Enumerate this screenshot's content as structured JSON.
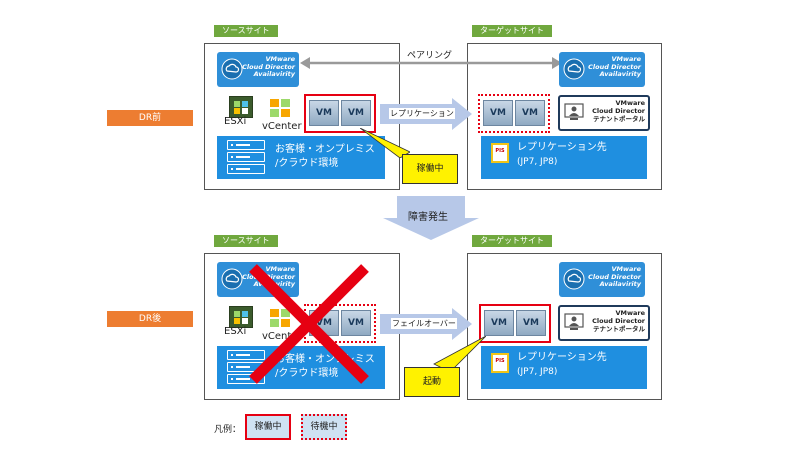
{
  "source_site": "ソースサイト",
  "target_site": "ターゲットサイト",
  "dr_before": "DR前",
  "dr_after": "DR後",
  "pairing": "ペアリング",
  "replication": "レプリケーション",
  "failover": "フェイルオーバー",
  "failure": "障害発生",
  "vcd_app": "VMware Cloud Director Availavirity",
  "vcd_app_line1": "VMware",
  "vcd_app_line2": "Cloud Director",
  "vcd_app_line3": "Availavirity",
  "tenant_line1": "VMware",
  "tenant_line2": "Cloud Director",
  "tenant_line3": "テナントポータル",
  "esxi": "ESXi",
  "vcenter": "vCenter",
  "vm": "VM",
  "onprem_line1": "お客様・オンプレミス",
  "onprem_line2": "/クラウド環境",
  "target_env_line1": "レプリケーション先",
  "target_env_line2": "(JP7, JP8)",
  "running": "稼働中",
  "startup": "起動",
  "legend_label": "凡例：",
  "legend_running": "稼働中",
  "legend_standby": "待機中",
  "pis_icon_text": "PIS",
  "colors": {
    "site_tag": "#70a83e",
    "dr_label": "#ed7d31",
    "blue": "#1f8fe0",
    "active_border": "#e60012",
    "callout": "#fff200"
  }
}
